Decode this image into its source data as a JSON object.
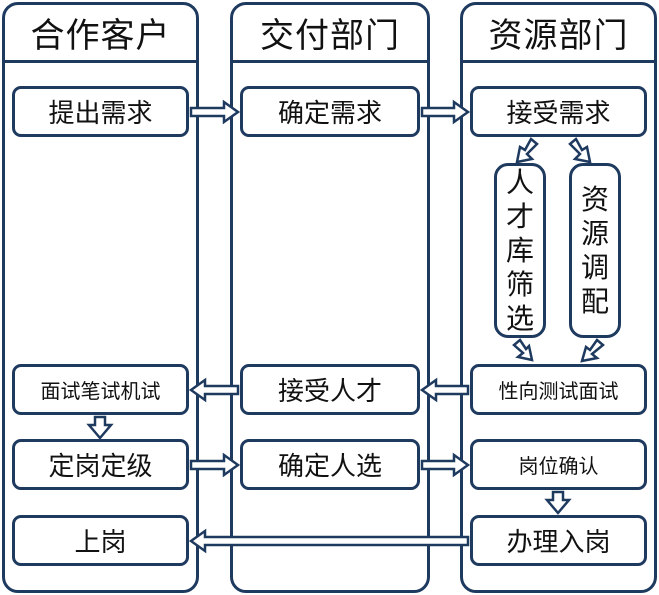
{
  "lanes": [
    {
      "title": "合作客户"
    },
    {
      "title": "交付部门"
    },
    {
      "title": "资源部门"
    }
  ],
  "boxes": {
    "propose": "提出需求",
    "confirm_need": "确定需求",
    "accept_need": "接受需求",
    "talent_screen": [
      "人",
      "才",
      "库",
      "筛",
      "选"
    ],
    "resource_allocate": [
      "资",
      "源",
      "调",
      "配"
    ],
    "personality_test": "性向测试面试",
    "accept_talent": "接受人才",
    "interview": "面试笔试机试",
    "grade": "定岗定级",
    "confirm_person": "确定人选",
    "position_confirm": "岗位确认",
    "onboard": "办理入岗",
    "start": "上岗"
  },
  "colors": {
    "border": "#1f3a5f",
    "arrow_fill": "#ffffff",
    "arrow_stroke": "#1f3a5f"
  }
}
